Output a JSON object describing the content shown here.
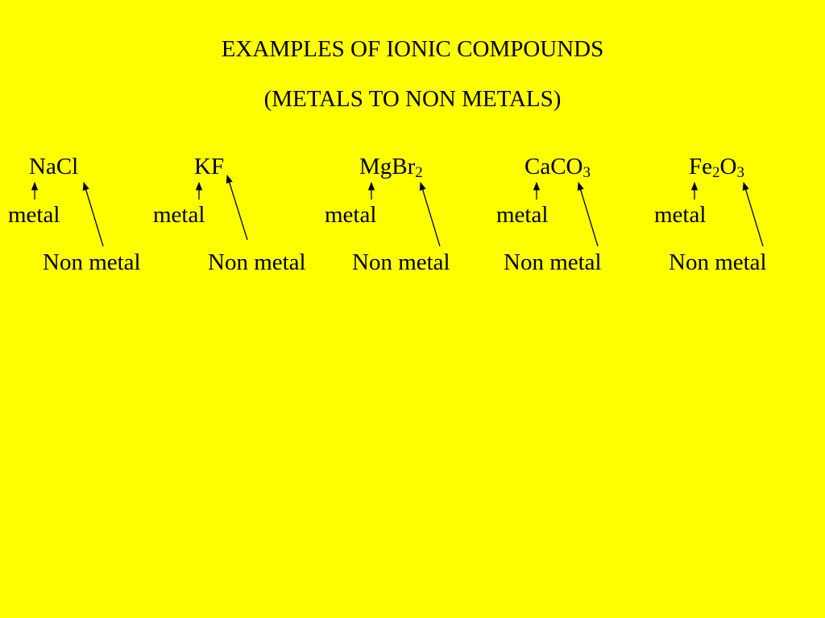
{
  "slide": {
    "title_line1": "EXAMPLES OF IONIC COMPOUNDS",
    "title_line2": "(METALS TO NON METALS)",
    "background_color": "#ffff00",
    "text_color": "#000000",
    "compounds": [
      {
        "formula_parts": [
          {
            "text": "NaCl"
          }
        ],
        "metal_label": "metal",
        "nonmetal_label": "Non metal"
      },
      {
        "formula_parts": [
          {
            "text": "KF"
          }
        ],
        "metal_label": "metal",
        "nonmetal_label": "Non metal"
      },
      {
        "formula_parts": [
          {
            "text": "MgBr"
          },
          {
            "text": "2",
            "sub": true
          }
        ],
        "metal_label": "metal",
        "nonmetal_label": "Non metal"
      },
      {
        "formula_parts": [
          {
            "text": "CaCO"
          },
          {
            "text": "3",
            "sub": true
          }
        ],
        "metal_label": "metal",
        "nonmetal_label": "Non metal"
      },
      {
        "formula_parts": [
          {
            "text": "Fe"
          },
          {
            "text": "2",
            "sub": true
          },
          {
            "text": "O"
          },
          {
            "text": "3",
            "sub": true
          }
        ],
        "metal_label": "metal",
        "nonmetal_label": "Non metal"
      }
    ]
  }
}
